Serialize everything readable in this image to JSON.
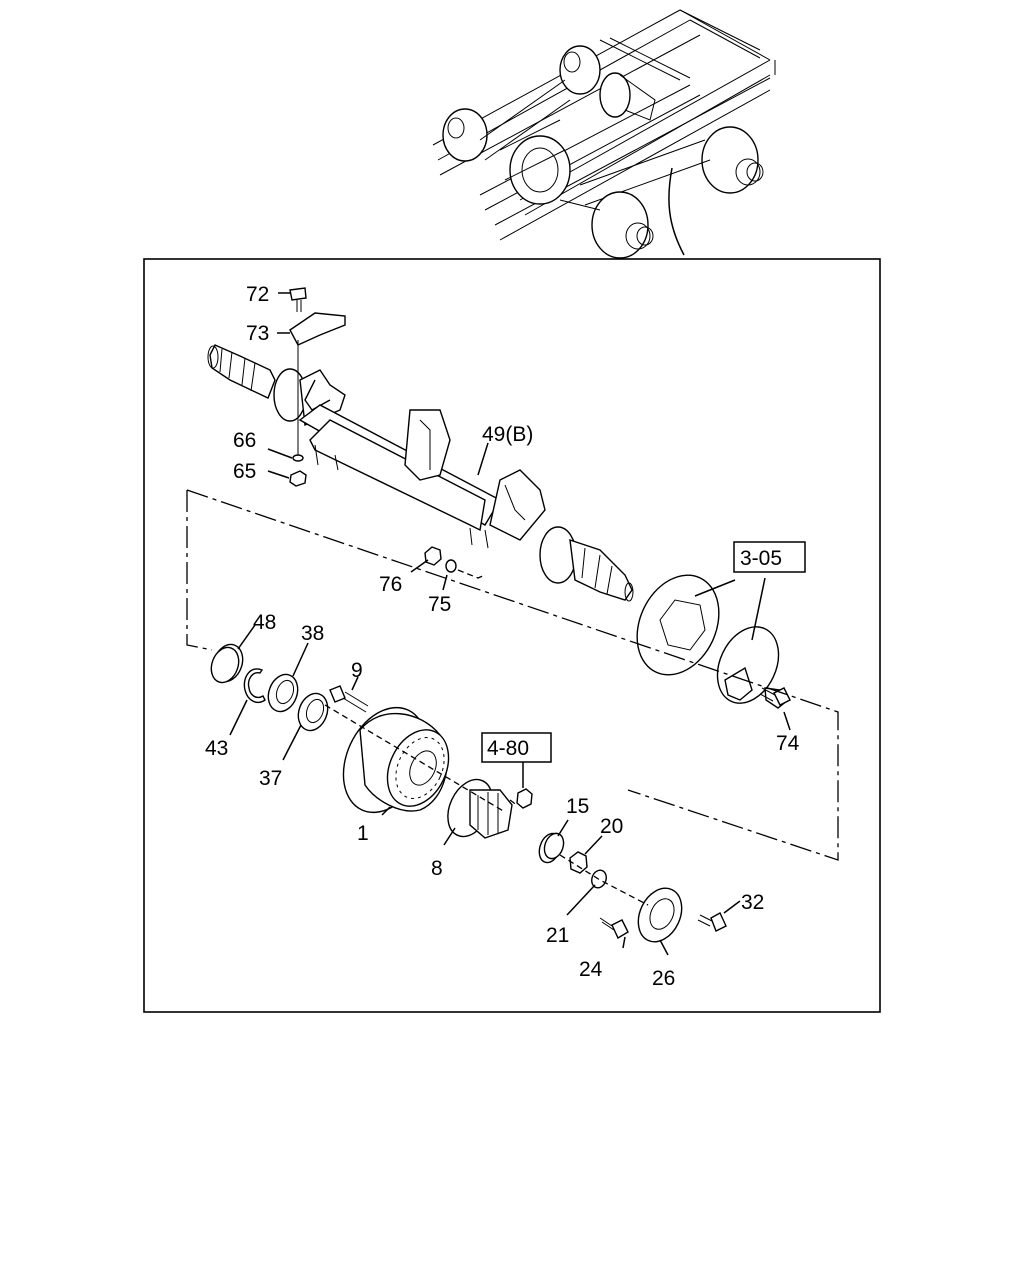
{
  "callouts": {
    "c72": "72",
    "c73": "73",
    "c66": "66",
    "c65": "65",
    "c49": "49(B)",
    "c76": "76",
    "c75": "75",
    "c305": "3-05",
    "c48": "48",
    "c38": "38",
    "c9": "9",
    "c43": "43",
    "c37": "37",
    "c480": "4-80",
    "c74": "74",
    "c1": "1",
    "c15": "15",
    "c20": "20",
    "c8": "8",
    "c21": "21",
    "c32": "32",
    "c24": "24",
    "c26": "26"
  },
  "icons": {
    "overview": "truck-chassis-overview-icon",
    "axle": "rear-axle-housing-icon",
    "drum": "brake-drum-icon",
    "hub": "wheel-hub-icon",
    "backplate": "brake-backing-plate-icon"
  }
}
